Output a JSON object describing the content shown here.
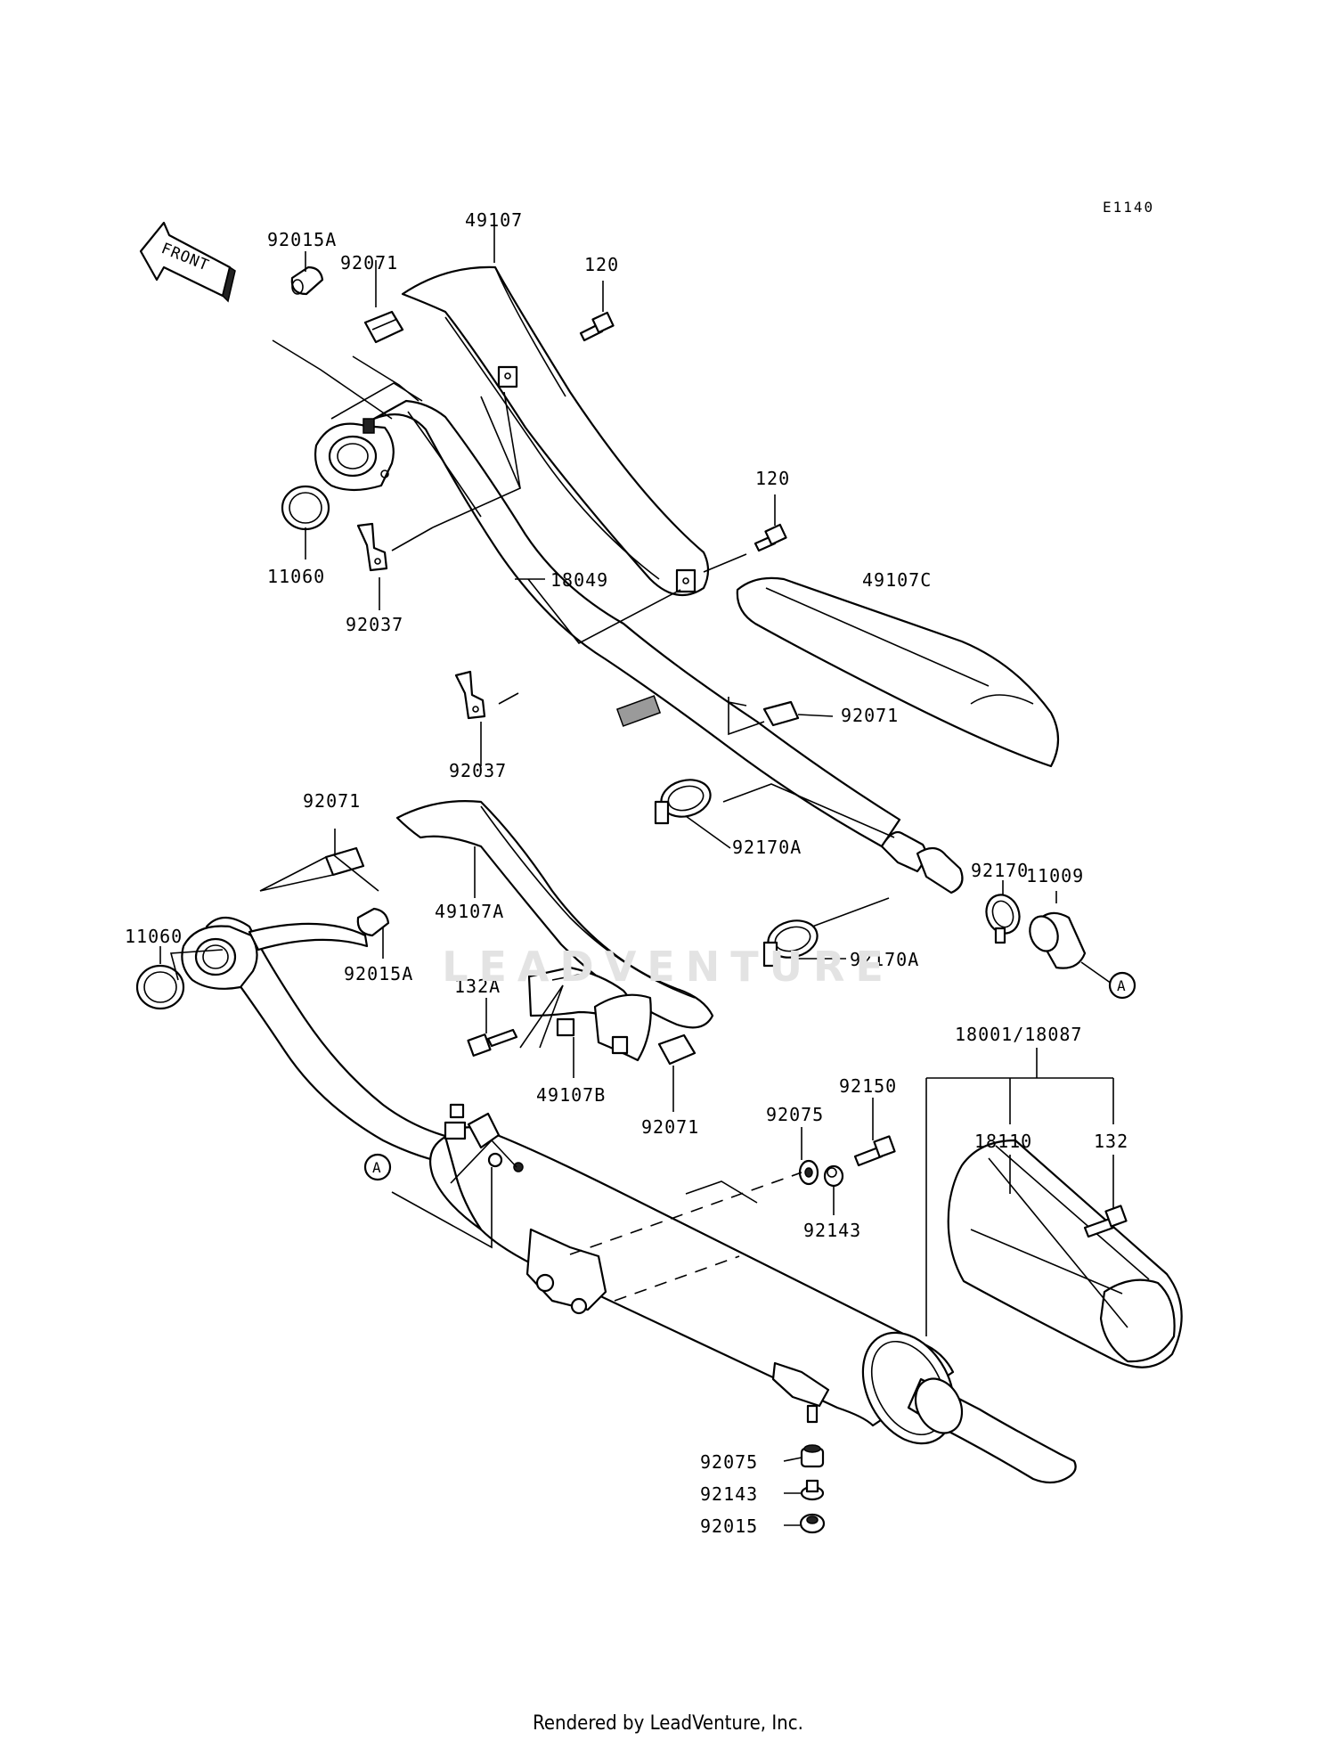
{
  "diagram_code": "E1140",
  "front_label": "FRONT",
  "watermark": "LEADVENTURE",
  "footer": "Rendered by LeadVenture, Inc.",
  "labels": {
    "l_92015A_top": "92015A",
    "l_92071_top": "92071",
    "l_49107": "49107",
    "l_120_top": "120",
    "l_120_mid": "120",
    "l_11060_top": "11060",
    "l_92037_top": "92037",
    "l_18049": "18049",
    "l_49107C": "49107C",
    "l_92037_mid": "92037",
    "l_92071_mid": "92071",
    "l_92071_left": "92071",
    "l_49107A": "49107A",
    "l_92170A_1": "92170A",
    "l_92170A_2": "92170A",
    "l_92170": "92170",
    "l_11009": "11009",
    "l_11060_bot": "11060",
    "l_92015A_bot": "92015A",
    "l_132A": "132A",
    "l_49107B": "49107B",
    "l_92071_bot": "92071",
    "l_18001_18087": "18001/18087",
    "l_92150": "92150",
    "l_92075_top": "92075",
    "l_18110": "18110",
    "l_132": "132",
    "l_92143_top": "92143",
    "l_92075_bot": "92075",
    "l_92143_bot": "92143",
    "l_92015": "92015"
  },
  "ref_markers": {
    "a_right": "A",
    "a_left": "A"
  }
}
